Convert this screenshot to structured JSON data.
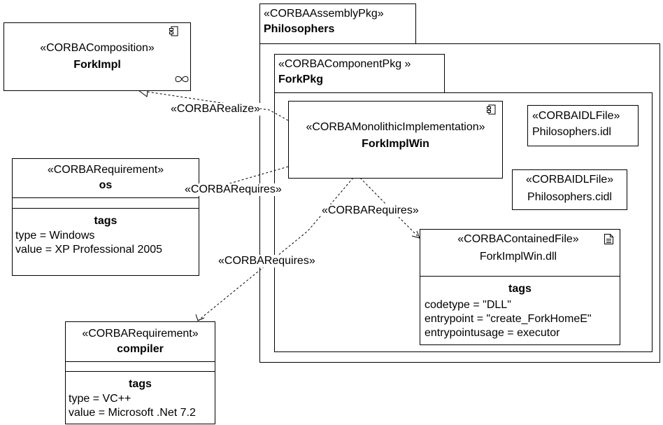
{
  "assembly_pkg": {
    "stereotype": "«CORBAAssemblyPkg»",
    "name": "Philosophers"
  },
  "component_pkg": {
    "stereotype": "«CORBAComponentPkg »",
    "name": "ForkPkg"
  },
  "composition": {
    "stereotype": "«CORBAComposition»",
    "name": "ForkImpl",
    "icon": "component-icon",
    "badge_icon": "infinity-icon"
  },
  "monolithic": {
    "stereotype": "«CORBAMonolithicImplementation»",
    "name": "ForkImplWin",
    "icon": "component-icon"
  },
  "idl_file_1": {
    "stereotype": "«CORBAIDLFile»",
    "name": "Philosophers.idl"
  },
  "idl_file_2": {
    "stereotype": "«CORBAIDLFile»",
    "name": "Philosophers.cidl"
  },
  "contained_file": {
    "stereotype": "«CORBAContainedFile»",
    "name": "ForkImplWin.dll",
    "icon": "document-icon",
    "tags_title": "tags",
    "tags": [
      "codetype = \"DLL\"",
      "entrypoint = \"create_ForkHomeE\"",
      "entrypointusage = executor"
    ]
  },
  "req_os": {
    "stereotype": "«CORBARequirement»",
    "name": "os",
    "tags_title": "tags",
    "tags": [
      "type = Windows",
      "value = XP Professional 2005"
    ]
  },
  "req_compiler": {
    "stereotype": "«CORBARequirement»",
    "name": "compiler",
    "tags_title": "tags",
    "tags": [
      "type = VC++",
      "value = Microsoft .Net 7.2"
    ]
  },
  "relations": {
    "realize": "«CORBARealize»",
    "requires_os": "«CORBARequires»",
    "requires_file": "«CORBARequires»",
    "requires_compiler": "«CORBARequires»"
  }
}
